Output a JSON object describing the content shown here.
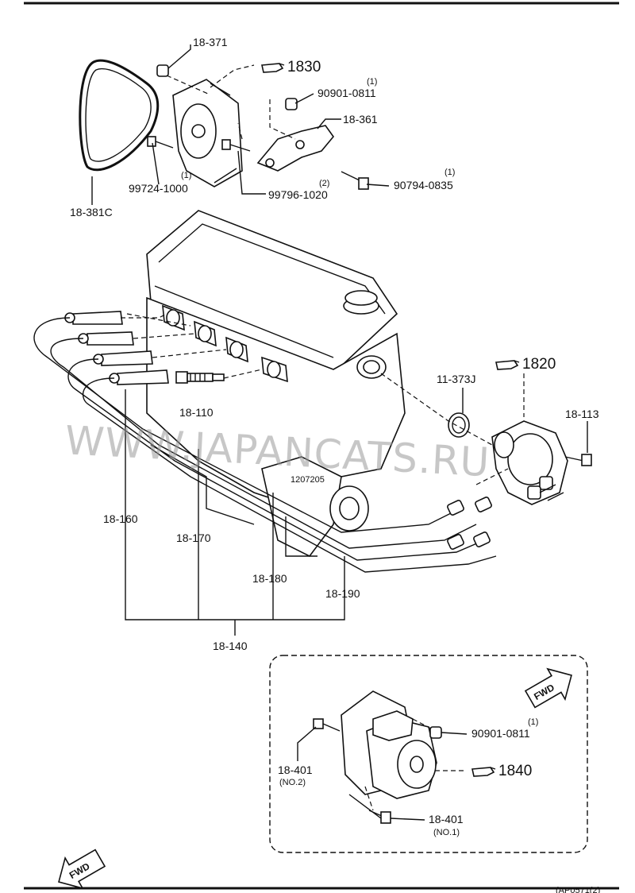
{
  "watermark": "WWW.JAPANCATS.RU",
  "stamp": "1207205",
  "footer_code": "(AP0571(2)",
  "fwd_label": "FWD",
  "labels": {
    "p18_371": "18-371",
    "p18_381c": "18-381C",
    "p99724_1000": "99724-1000",
    "p99724_qty": "(1)",
    "p99796_1020": "99796-1020",
    "p99796_qty": "(2)",
    "p90901_top": "90901-0811",
    "p90901_top_qty": "(1)",
    "p18_361": "18-361",
    "p90794_0835": "90794-0835",
    "p90794_qty": "(1)",
    "p11_373j": "11-373J",
    "p18_113": "18-113",
    "p18_110": "18-110",
    "p18_160": "18-160",
    "p18_170": "18-170",
    "p18_180": "18-180",
    "p18_190": "18-190",
    "p18_140": "18-140",
    "p18_401_no2": "18-401",
    "p18_401_no2_sub": "(NO.2)",
    "p90901_bottom": "90901-0811",
    "p90901_bottom_qty": "(1)",
    "p18_401_no1": "18-401",
    "p18_401_no1_sub": "(NO.1)"
  },
  "refs": {
    "r1830": "1830",
    "r1820": "1820",
    "r1840": "1840"
  },
  "icons": [
    "pointing-hand-icon",
    "fwd-arrow-icon"
  ]
}
